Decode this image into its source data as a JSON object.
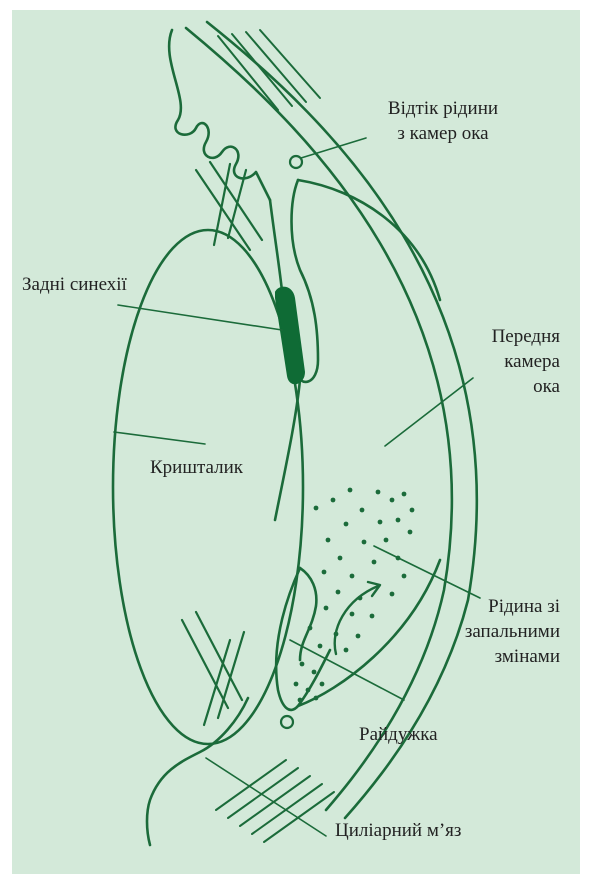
{
  "labels": {
    "outflow_line1": "Відтік рідини",
    "outflow_line2": "з камер ока",
    "posterior_synechiae": "Задні синехії",
    "anterior_chamber_line1": "Передня",
    "anterior_chamber_line2": "камера",
    "anterior_chamber_line3": "ока",
    "lens": "Кришталик",
    "fluid_line1": "Рідина зі",
    "fluid_line2": "запальними",
    "fluid_line3": "змінами",
    "iris": "Райдужка",
    "ciliary_muscle": "Циліарний м’яз"
  },
  "colors": {
    "background": "#d3e9d9",
    "stroke": "#1b6b3a",
    "synechia_fill": "#0f6b35",
    "text": "#222222"
  }
}
